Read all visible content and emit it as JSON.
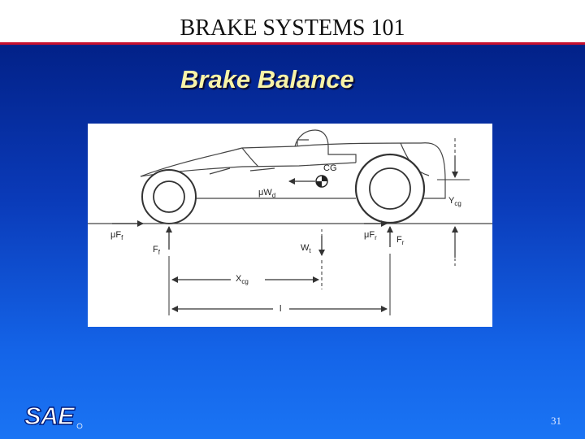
{
  "header": {
    "title": "BRAKE SYSTEMS 101"
  },
  "slide": {
    "title": "Brake Balance"
  },
  "diagram": {
    "labels": {
      "cg": "CG",
      "mu_wd": "μW",
      "mu_wd_sub": "d",
      "mu_ff": "μF",
      "mu_ff_sub": "f",
      "ff": "F",
      "ff_sub": "f",
      "wt": "W",
      "wt_sub": "t",
      "mu_fr": "μF",
      "mu_fr_sub": "r",
      "fr": "F",
      "fr_sub": "r",
      "xcg": "X",
      "xcg_sub": "cg",
      "ycg": "Y",
      "ycg_sub": "cg",
      "l": "l"
    }
  },
  "footer": {
    "page_number": "31",
    "logo_text": "SAE"
  },
  "colors": {
    "background_top": "#001a7a",
    "background_bottom": "#1a74f4",
    "header_rule": "#c8102e",
    "title_yellow": "#f8f3a8"
  }
}
